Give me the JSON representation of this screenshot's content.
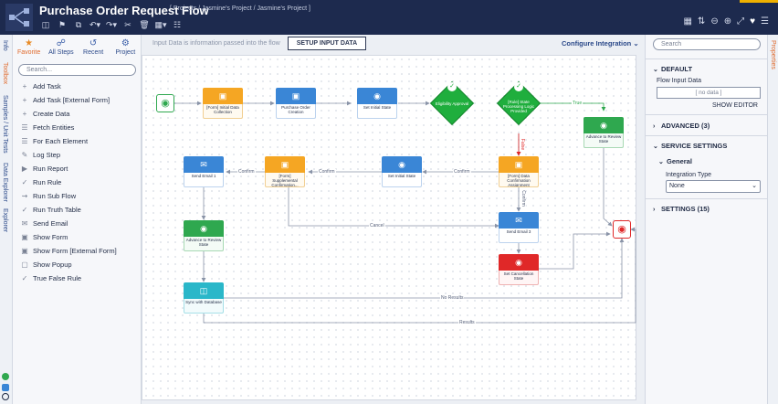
{
  "app": {
    "title": "Purchase Order Request Flow",
    "breadcrumb": "[ Projects / Jasmine's Project / Jasmine's Project ]",
    "accent": "#1d2a4e"
  },
  "toolbar_icons": [
    "save-icon",
    "deploy-icon",
    "copy-icon",
    "undo-icon",
    "cut-icon",
    "delete-icon",
    "redo-icon",
    "puzzle-icon",
    "tree-icon"
  ],
  "toolbar_right_icons": [
    "grid-icon",
    "align-icon",
    "zoom-out-icon",
    "zoom-in-icon",
    "fit-icon",
    "heart-icon",
    "menu-icon"
  ],
  "left_rail": [
    "Info",
    "Toolbox",
    "Samples / Unit Tests",
    "Data Explorer",
    "Explorer"
  ],
  "toolbox": {
    "tabs": [
      {
        "label": "Favorite",
        "icon": "star-icon"
      },
      {
        "label": "All Steps",
        "icon": "steps-icon"
      },
      {
        "label": "Recent",
        "icon": "clock-icon"
      },
      {
        "label": "Project",
        "icon": "project-icon"
      }
    ],
    "search_placeholder": "Search...",
    "items": [
      {
        "label": "Add Task",
        "icon": "plus-icon"
      },
      {
        "label": "Add Task [External Form]",
        "icon": "plus-icon"
      },
      {
        "label": "Create Data",
        "icon": "plus-icon"
      },
      {
        "label": "Fetch Entities",
        "icon": "list-icon"
      },
      {
        "label": "For Each Element",
        "icon": "list-icon"
      },
      {
        "label": "Log Step",
        "icon": "log-icon"
      },
      {
        "label": "Run Report",
        "icon": "play-icon"
      },
      {
        "label": "Run Rule",
        "icon": "check-icon"
      },
      {
        "label": "Run Sub Flow",
        "icon": "flow-icon"
      },
      {
        "label": "Run Truth Table",
        "icon": "check-icon"
      },
      {
        "label": "Send Email",
        "icon": "mail-icon"
      },
      {
        "label": "Show Form",
        "icon": "form-icon"
      },
      {
        "label": "Show Form [External Form]",
        "icon": "form-icon"
      },
      {
        "label": "Show Popup",
        "icon": "popup-icon"
      },
      {
        "label": "True False Rule",
        "icon": "check-icon"
      }
    ]
  },
  "canvas": {
    "info": "Input Data is information passed into the flow",
    "setup_button": "SETUP INPUT DATA",
    "configure": "Configure Integration",
    "nodes": [
      {
        "id": "form1",
        "label": "[Form] Initial Data Collection",
        "color": "orange",
        "icon": "form-icon"
      },
      {
        "id": "po",
        "label": "Purchase Order Creation",
        "color": "blue",
        "icon": "cube-icon"
      },
      {
        "id": "set1",
        "label": "Set Initial State",
        "color": "blue",
        "icon": "pin-icon"
      },
      {
        "id": "adv1",
        "label": "Advance to Review State",
        "color": "green",
        "icon": "pin-icon"
      },
      {
        "id": "conf",
        "label": "[Form] Data Confirmation Assignment",
        "color": "orange",
        "icon": "form-icon"
      },
      {
        "id": "set2",
        "label": "Set Initial State",
        "color": "blue",
        "icon": "pin-icon"
      },
      {
        "id": "supp",
        "label": "[Form] Supplemental Confirmation...",
        "color": "orange",
        "icon": "form-icon"
      },
      {
        "id": "email1",
        "label": "Send Email 1",
        "color": "blue",
        "icon": "mail-icon"
      },
      {
        "id": "email3",
        "label": "Send Email 3",
        "color": "blue",
        "icon": "mail-icon"
      },
      {
        "id": "cancel",
        "label": "Set Cancellation State",
        "color": "red",
        "icon": "pin-icon"
      },
      {
        "id": "adv2",
        "label": "Advance to Review State",
        "color": "green",
        "icon": "pin-icon"
      },
      {
        "id": "sync",
        "label": "Sync with Database",
        "color": "teal",
        "icon": "database-icon"
      }
    ],
    "rules": [
      {
        "id": "elig",
        "label": "Eligibility Approval"
      },
      {
        "id": "state",
        "label": "[Rule] State Processing Logic Provided"
      }
    ],
    "edge_labels": {
      "true": "True",
      "false": "False",
      "confirm1": "Confirm",
      "confirm2": "Confirm",
      "confirm3": "Confirm",
      "cancel": "Cancel",
      "noresults": "No Results",
      "results": "Results"
    }
  },
  "properties": {
    "search_placeholder": "Search",
    "default_header": "DEFAULT",
    "flow_input_label": "Flow Input Data",
    "no_data": "[ no data ]",
    "show_editor": "SHOW EDITOR",
    "advanced": "ADVANCED (3)",
    "service_settings": "SERVICE SETTINGS",
    "general": "General",
    "integration_type_label": "Integration Type",
    "integration_type_value": "None",
    "settings": "SETTINGS (15)",
    "tab": "Properties"
  }
}
